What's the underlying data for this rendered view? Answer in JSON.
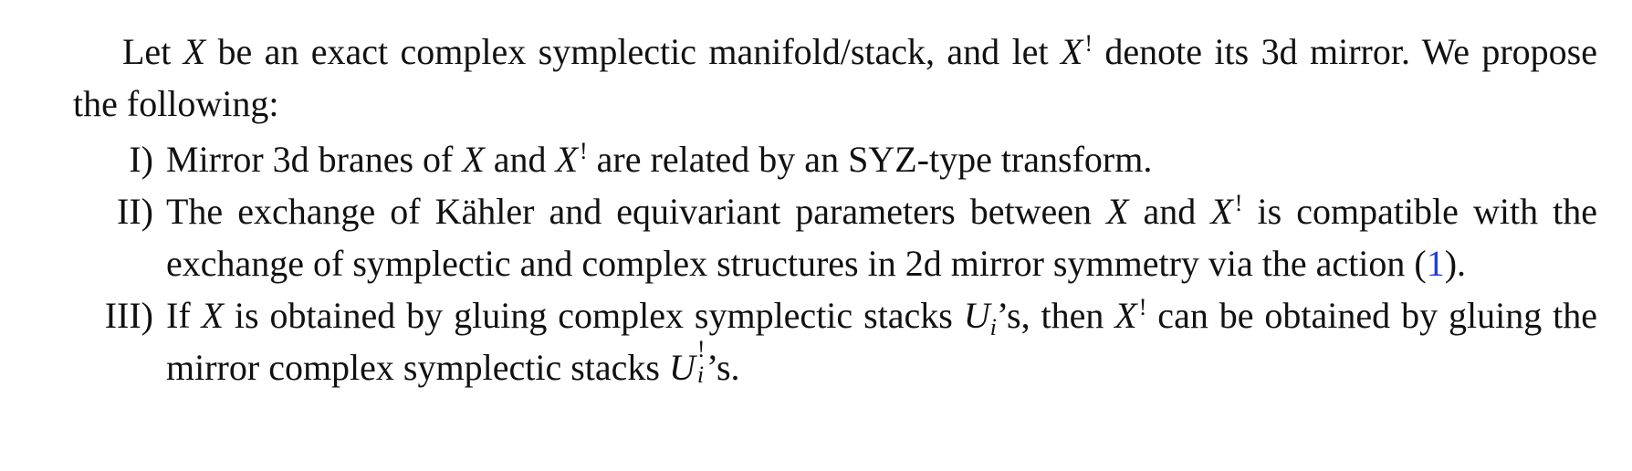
{
  "intro": {
    "t1": "Let ",
    "var_x": "X",
    "t2": " be an exact complex symplectic manifold/stack, and let ",
    "shriek": "!",
    "t3": " denote its 3d mirror. We propose the following:"
  },
  "items": [
    {
      "label": "I)",
      "t1": "Mirror 3d branes of ",
      "t2": " and ",
      "t3": " are related by an SYZ-type transform."
    },
    {
      "label": "II)",
      "t1": "The exchange of Kähler and equivariant parameters between ",
      "t2": " and ",
      "t3": " is compatible with the exchange of symplectic and complex structures in 2d mirror symmetry via the action (",
      "ref": "1",
      "t4": ")."
    },
    {
      "label": "III)",
      "t1": "If ",
      "t2": " is obtained by gluing complex symplectic stacks ",
      "var_u": "U",
      "sub_i": "i",
      "t3": "’s, then ",
      "t4": " can be obtained by gluing the mirror complex symplectic stacks ",
      "t5": "’s."
    }
  ]
}
